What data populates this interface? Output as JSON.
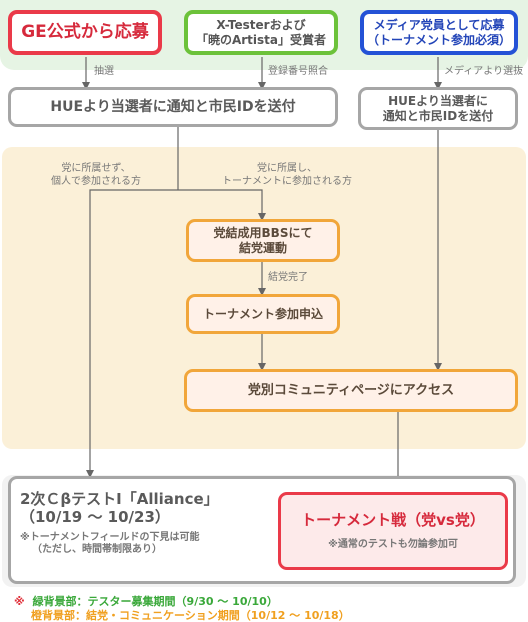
{
  "top": {
    "ge_official": "GE公式から応募",
    "xtester_line1": "X-Testerおよび",
    "xtester_line2": "「暁のArtista」受賞者",
    "media_line1": "メディア党員として応募",
    "media_line2": "（トーナメント参加必須）"
  },
  "edges": {
    "lottery": "抽選",
    "registration": "登録番号照合",
    "media_select": "メディアより選抜",
    "no_party_line1": "党に所属せず、",
    "no_party_line2": "個人で参加される方",
    "party_line1": "党に所属し、",
    "party_line2": "トーナメントに参加される方",
    "party_done": "結党完了"
  },
  "notify": {
    "main": "HUEより当選者に通知と市民IDを送付",
    "media_line1": "HUEより当選者に",
    "media_line2": "通知と市民IDを送付"
  },
  "flow": {
    "bbs_line1": "党結成用BBSにて",
    "bbs_line2": "結党運動",
    "apply": "トーナメント参加申込",
    "community": "党別コミュニティページにアクセス"
  },
  "bottom": {
    "test_title": "2次ＣβテストⅠ「Alliance」",
    "test_dates": "（10/19 ～ 10/23）",
    "test_note_line1": "※トーナメントフィールドの下見は可能",
    "test_note_line2": "（ただし、時間帯制限あり）",
    "tournament_title": "トーナメント戦（党vs党）",
    "tournament_note": "※通常のテストも勿論参加可"
  },
  "footer": {
    "mark": "※",
    "green_text": "緑背景部：テスター募集期間（9/30 ～ 10/10）",
    "orange_text": "橙背景部：結党・コミュニケーション期間（10/12 ～ 10/18）"
  },
  "colors": {
    "red": "#ea3a49",
    "green": "#6cc23a",
    "blue": "#2452d6",
    "orange": "#f1a63a",
    "gray": "#a6a6a6"
  }
}
